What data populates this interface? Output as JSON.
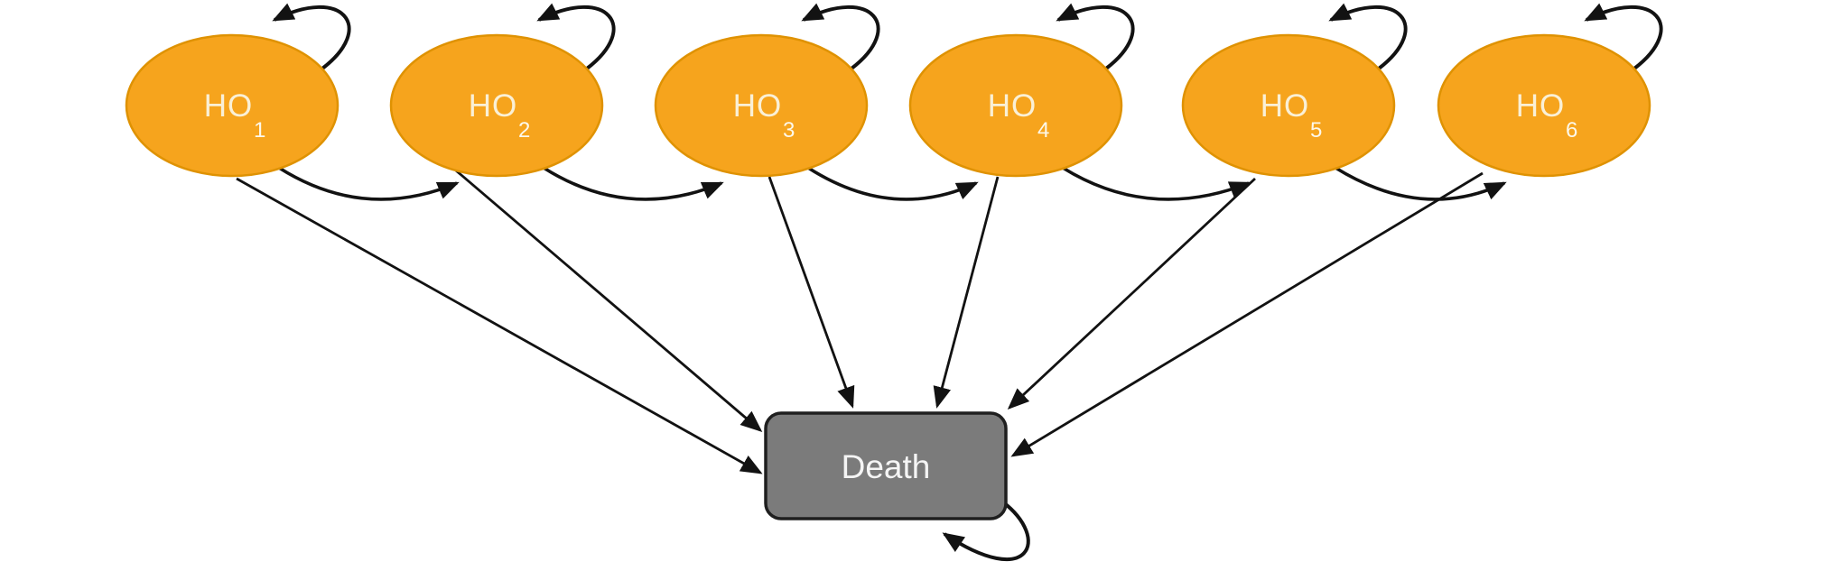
{
  "diagram": {
    "type": "state-transition-diagram",
    "background": "#FFFFFF",
    "states": [
      {
        "id": "HO1",
        "label": "HO",
        "sub": "1"
      },
      {
        "id": "HO2",
        "label": "HO",
        "sub": "2"
      },
      {
        "id": "HO3",
        "label": "HO",
        "sub": "3"
      },
      {
        "id": "HO4",
        "label": "HO",
        "sub": "4"
      },
      {
        "id": "HO5",
        "label": "HO",
        "sub": "5"
      },
      {
        "id": "HO6",
        "label": "HO",
        "sub": "6"
      }
    ],
    "death": {
      "id": "Death",
      "label": "Death"
    },
    "transitions": {
      "self_loops": [
        "HO1",
        "HO2",
        "HO3",
        "HO4",
        "HO5",
        "HO6",
        "Death"
      ],
      "forward": [
        [
          "HO1",
          "HO2"
        ],
        [
          "HO2",
          "HO3"
        ],
        [
          "HO3",
          "HO4"
        ],
        [
          "HO4",
          "HO5"
        ],
        [
          "HO5",
          "HO6"
        ]
      ],
      "to_death": [
        "HO1",
        "HO2",
        "HO3",
        "HO4",
        "HO5",
        "HO6"
      ]
    },
    "colors": {
      "state_fill": "#F6A41D",
      "state_border": "#DF9202",
      "state_text": "#FAF0D6",
      "death_fill": "#7B7B7B",
      "death_border": "#1F1F1F",
      "death_text": "#F5F5F5",
      "arrow": "#121212"
    }
  }
}
